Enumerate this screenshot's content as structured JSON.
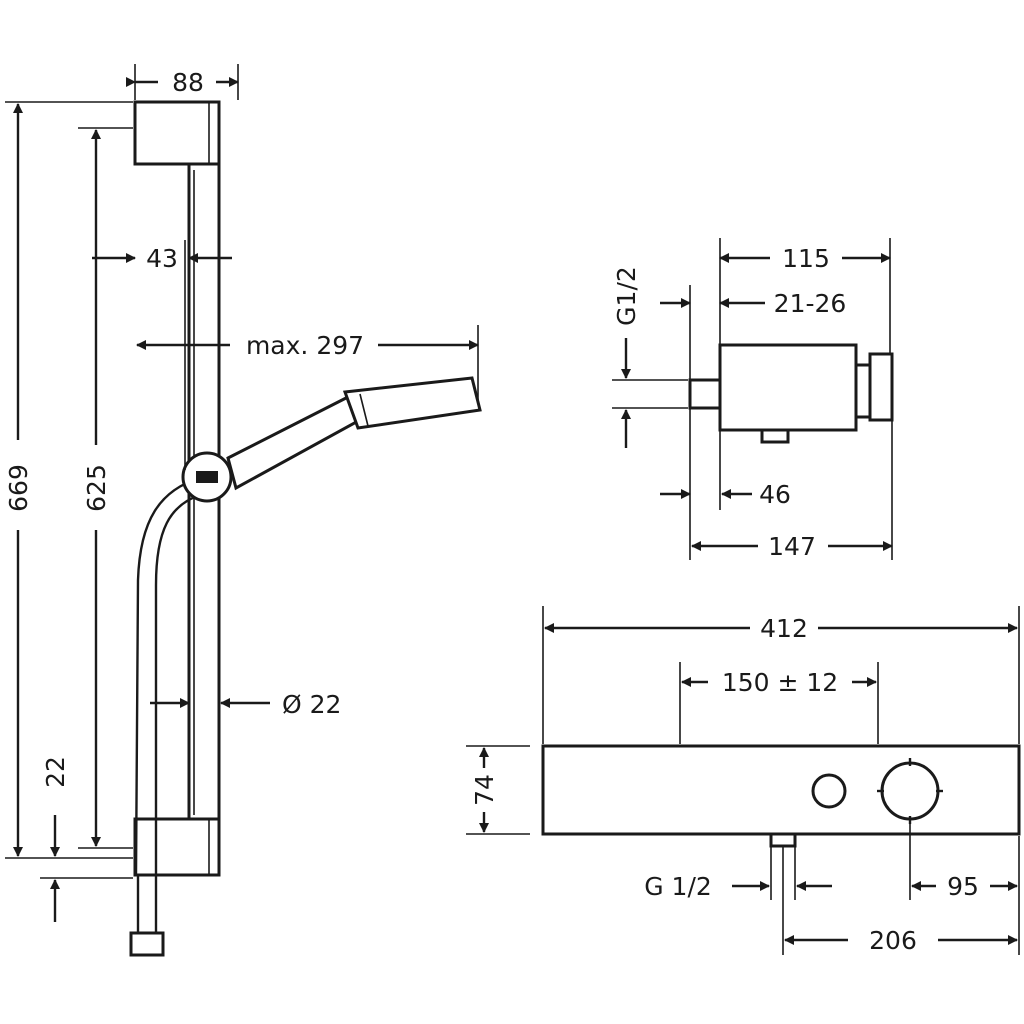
{
  "rail": {
    "width": "88",
    "bar_offset": "43",
    "slide_length": "max. 297",
    "total_height": "669",
    "holder_spacing": "625",
    "bottom_offset": "22",
    "bar_diameter": "Ø 22"
  },
  "connector": {
    "length": "115",
    "thread_depth": "21-26",
    "thread": "G1/2",
    "outlet": "46",
    "total_depth": "147"
  },
  "thermostat": {
    "width": "412",
    "center_distance": "150 ± 12",
    "height": "74",
    "inlet": "G 1/2",
    "knob_offset": "95",
    "outlet_offset": "206"
  }
}
